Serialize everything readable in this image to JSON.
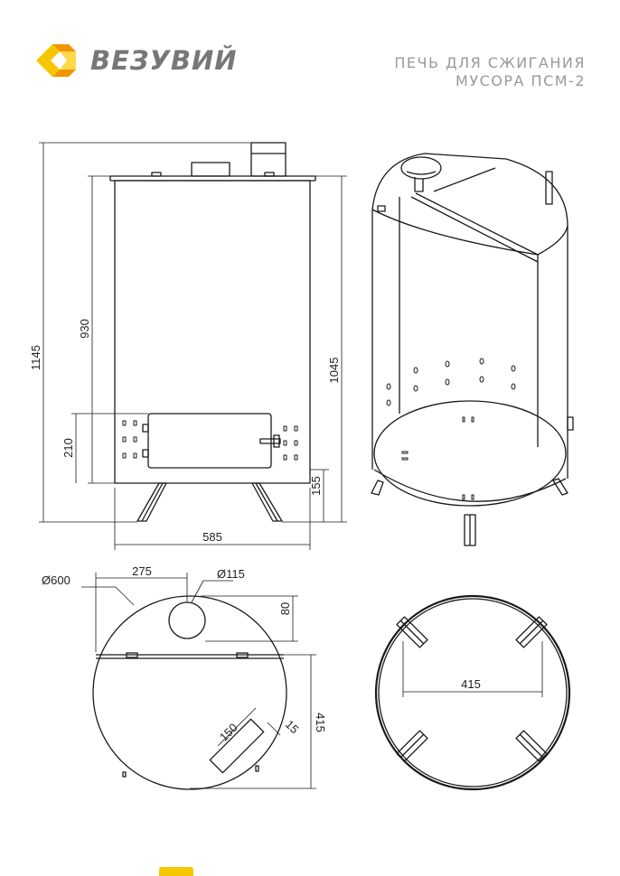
{
  "header": {
    "brand_name": "ВЕЗУВИЙ",
    "logo_icon": "vesuvius-logo-icon",
    "title_line1": "ПЕЧЬ ДЛЯ СЖИГАНИЯ",
    "title_line2": "МУСОРА ПСМ-2"
  },
  "front_view": {
    "dim_total_height": "1145",
    "dim_body_height": "930",
    "dim_door_height": "210",
    "dim_height_right": "1045",
    "dim_leg_height": "155",
    "dim_width": "585"
  },
  "top_view": {
    "dim_diameter": "Ø600",
    "dim_pipe_offset": "275",
    "dim_pipe_diameter": "Ø115",
    "dim_pipe_depth": "80",
    "dim_slot_length": "150",
    "dim_slot_width": "15",
    "dim_depth": "415"
  },
  "bottom_view": {
    "dim_leg_span": "415"
  },
  "colors": {
    "line": "#1a1a1a",
    "brand_text": "#777777",
    "title_text": "#999999",
    "logo_yellow": "#f6c700",
    "logo_orange": "#f29400"
  }
}
